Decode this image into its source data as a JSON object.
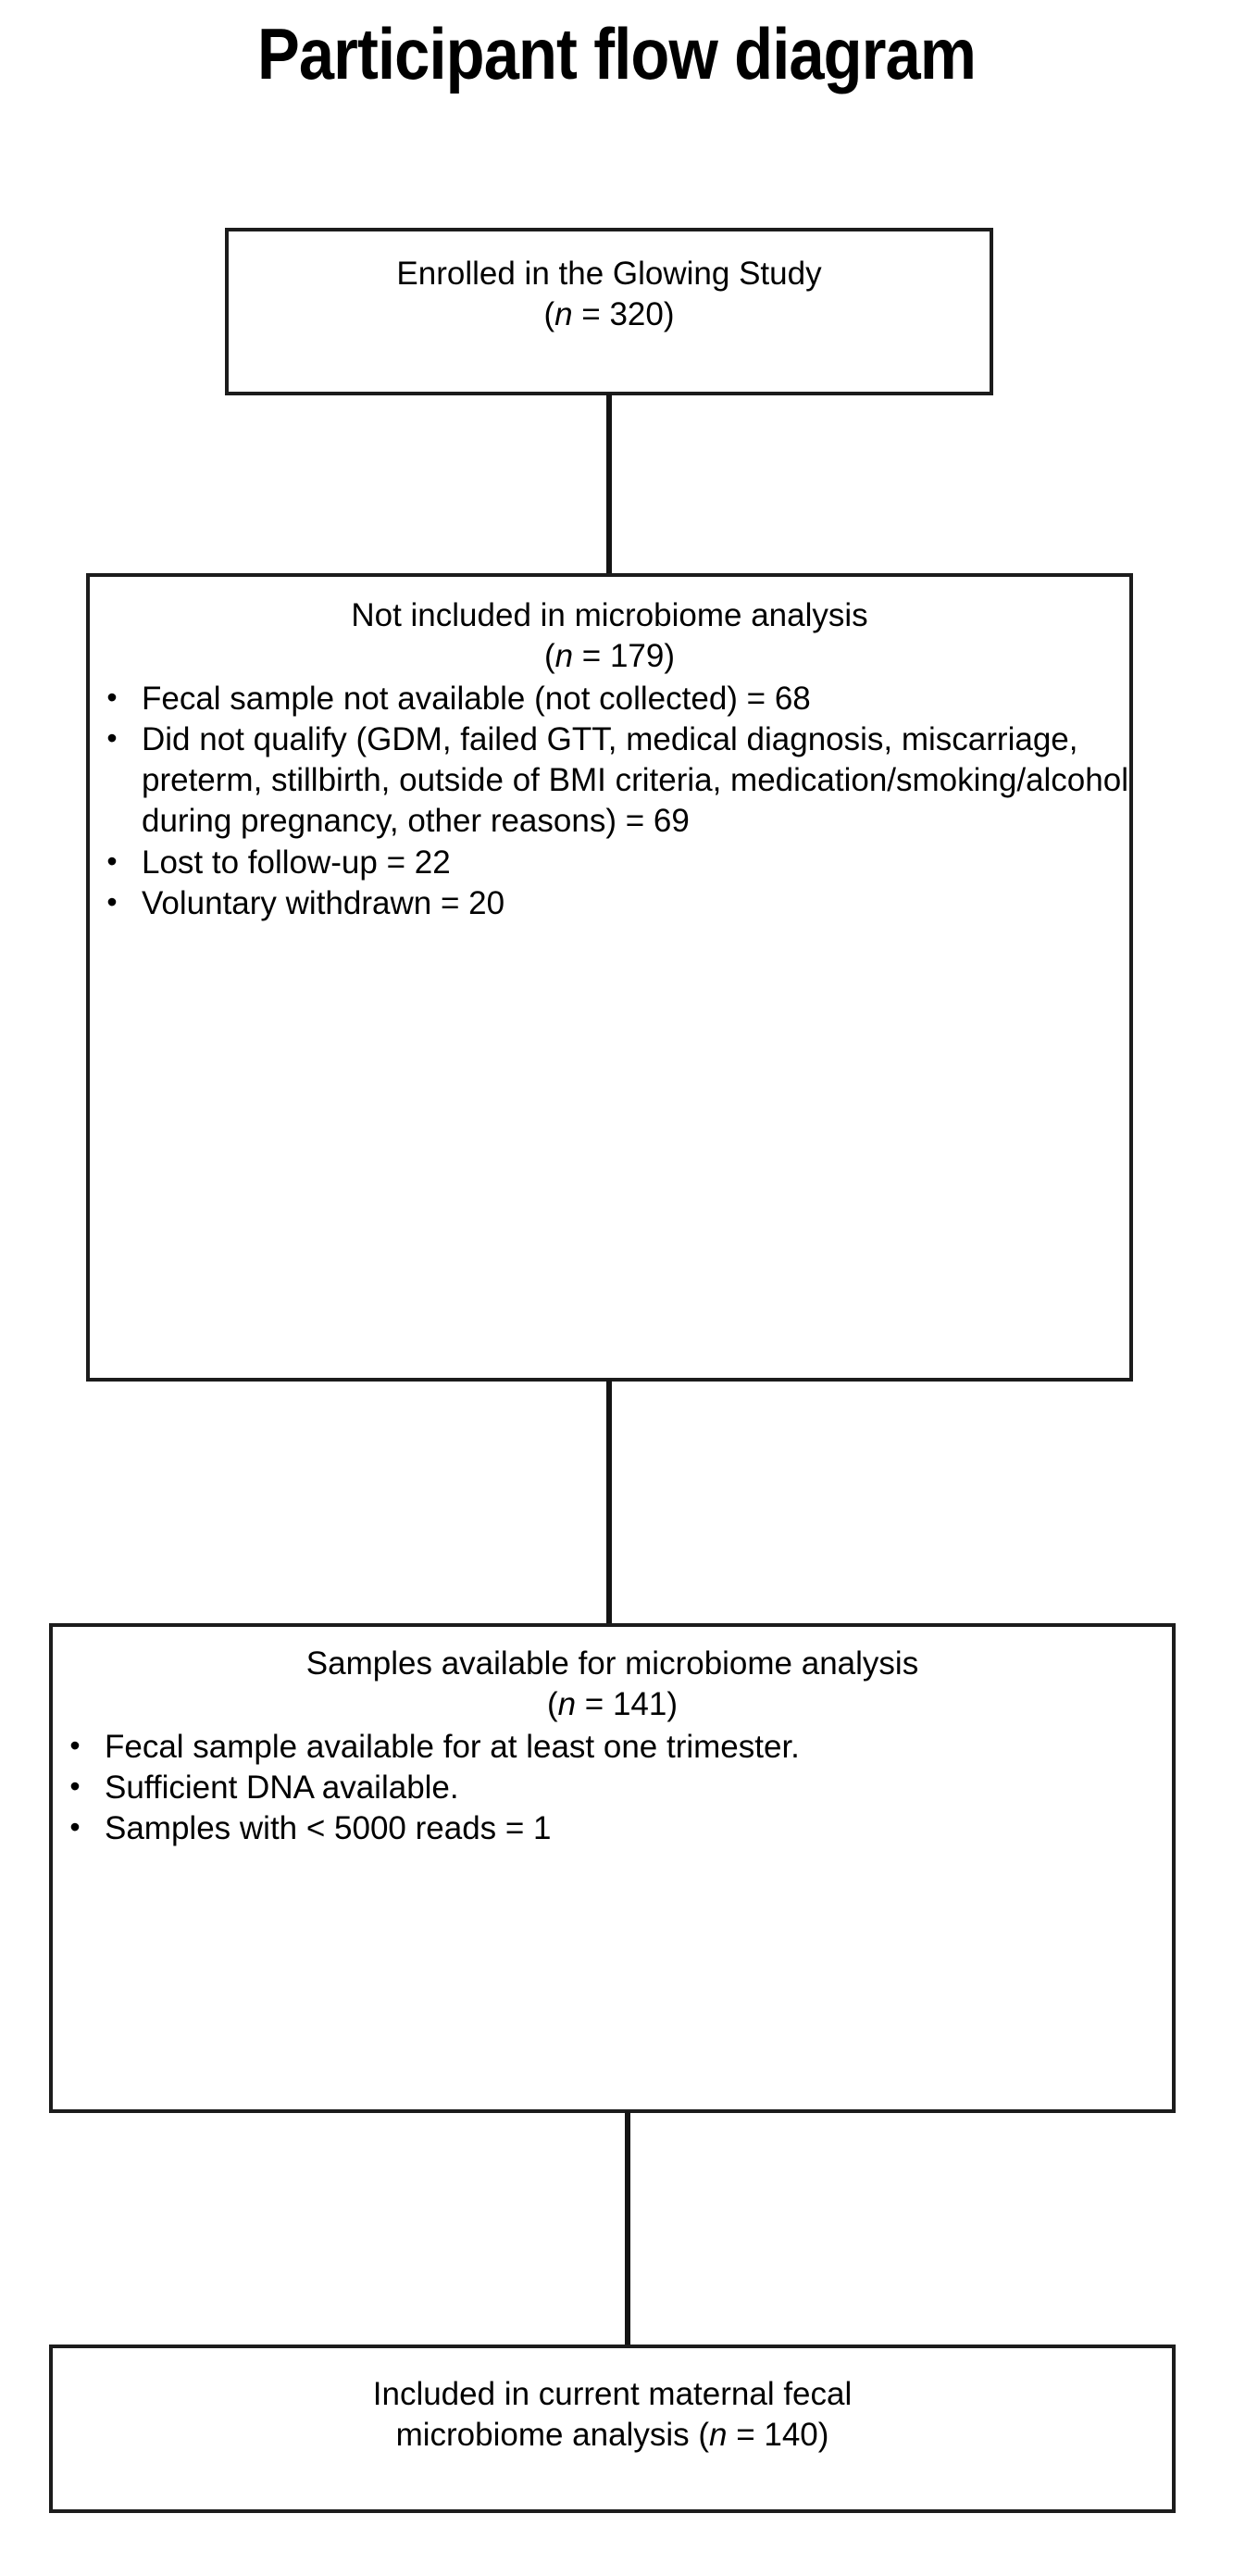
{
  "figure": {
    "title": "Participant flow diagram",
    "type": "flow-diagram"
  },
  "chart_data": {
    "type": "flowchart",
    "title": "Participant flow diagram",
    "nodes": [
      {
        "id": "enrolled",
        "label": "Enrolled in the Glowing Study",
        "n_prefix": "(",
        "n_symbol": "n",
        "n_value": " = 320)",
        "n": 320
      },
      {
        "id": "excluded",
        "label": "Not included in microbiome analysis",
        "n_prefix": "(",
        "n_symbol": "n",
        "n_value": " = 179)",
        "n": 179,
        "bullets": [
          "Fecal sample not available (not collected) = 68",
          "Did not qualify (GDM, failed GTT, medical diagnosis, miscarriage, preterm, stillbirth, outside of BMI criteria, medication/smoking/alcohol during pregnancy, other reasons) = 69",
          "Lost to follow-up = 22",
          "Voluntary withdrawn = 20"
        ],
        "bullet_values": [
          68,
          69,
          22,
          20
        ]
      },
      {
        "id": "available",
        "label": "Samples available for microbiome analysis",
        "n_prefix": "(",
        "n_symbol": "n",
        "n_value": " = 141)",
        "n": 141,
        "bullets": [
          "Fecal sample available for at least one trimester.",
          "Sufficient DNA available.",
          "Samples with < 5000 reads = 1"
        ]
      },
      {
        "id": "included",
        "label_part1": "Included in current maternal fecal",
        "label_part2": "microbiome analysis (",
        "n_symbol": "n",
        "label_part3": " = 140)",
        "n": 140
      }
    ],
    "edges": [
      {
        "from": "enrolled",
        "to": "excluded"
      },
      {
        "from": "excluded",
        "to": "available"
      },
      {
        "from": "available",
        "to": "included"
      }
    ],
    "colors": {
      "border": "#1c1c1c",
      "background": "#ffffff",
      "text": "#000000",
      "connector": "#141414"
    }
  },
  "bullet_glyph": "•"
}
